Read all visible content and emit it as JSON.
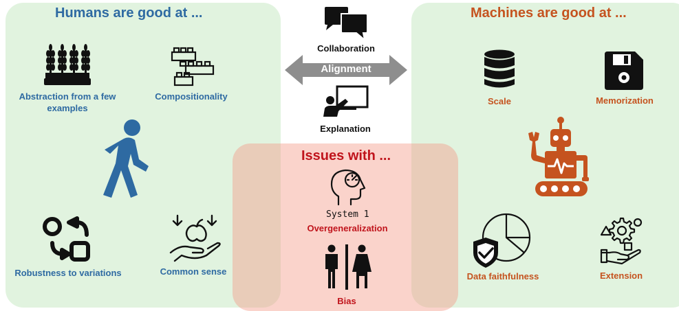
{
  "humans": {
    "title": "Humans are good at ...",
    "items": [
      {
        "label": "Abstraction from a few examples"
      },
      {
        "label": "Compositionality"
      },
      {
        "label": "Robustness to variations"
      },
      {
        "label": "Common sense"
      }
    ]
  },
  "machines": {
    "title": "Machines are good at ...",
    "items": [
      {
        "label": "Scale"
      },
      {
        "label": "Memorization"
      },
      {
        "label": "Data faithfulness"
      },
      {
        "label": "Extension"
      }
    ]
  },
  "center": {
    "collaboration": "Collaboration",
    "alignment": "Alignment",
    "explanation": "Explanation"
  },
  "issues": {
    "title": "Issues with ...",
    "system_label": "System 1",
    "items": [
      {
        "label": "Overgeneralization"
      },
      {
        "label": "Bias"
      }
    ]
  },
  "colors": {
    "human_blue": "#2e6aa2",
    "machine_orange": "#c5531f",
    "issue_red": "#c0141c",
    "panel_green": "#dff1db",
    "panel_red": "#f7c6bb",
    "arrow_gray": "#8e8e8e"
  }
}
